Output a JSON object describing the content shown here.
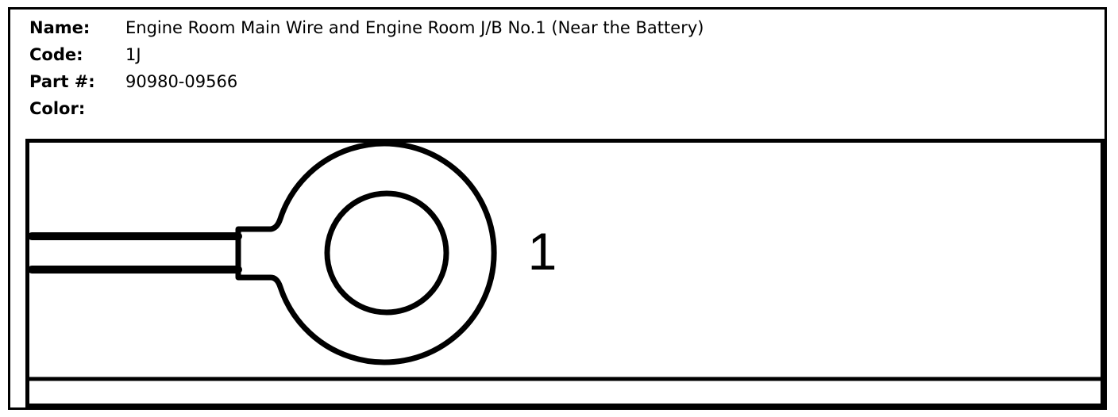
{
  "connector": {
    "name_label": "Name:",
    "name_value": "Engine Room Main Wire and Engine Room J/B No.1 (Near the Battery)",
    "code_label": "Code:",
    "code_value": "1J",
    "part_label": "Part #:",
    "part_value": "90980-09566",
    "color_label": "Color:",
    "color_value": ""
  },
  "diagram": {
    "pin_label": "1",
    "terminal_type": "ring-terminal"
  }
}
